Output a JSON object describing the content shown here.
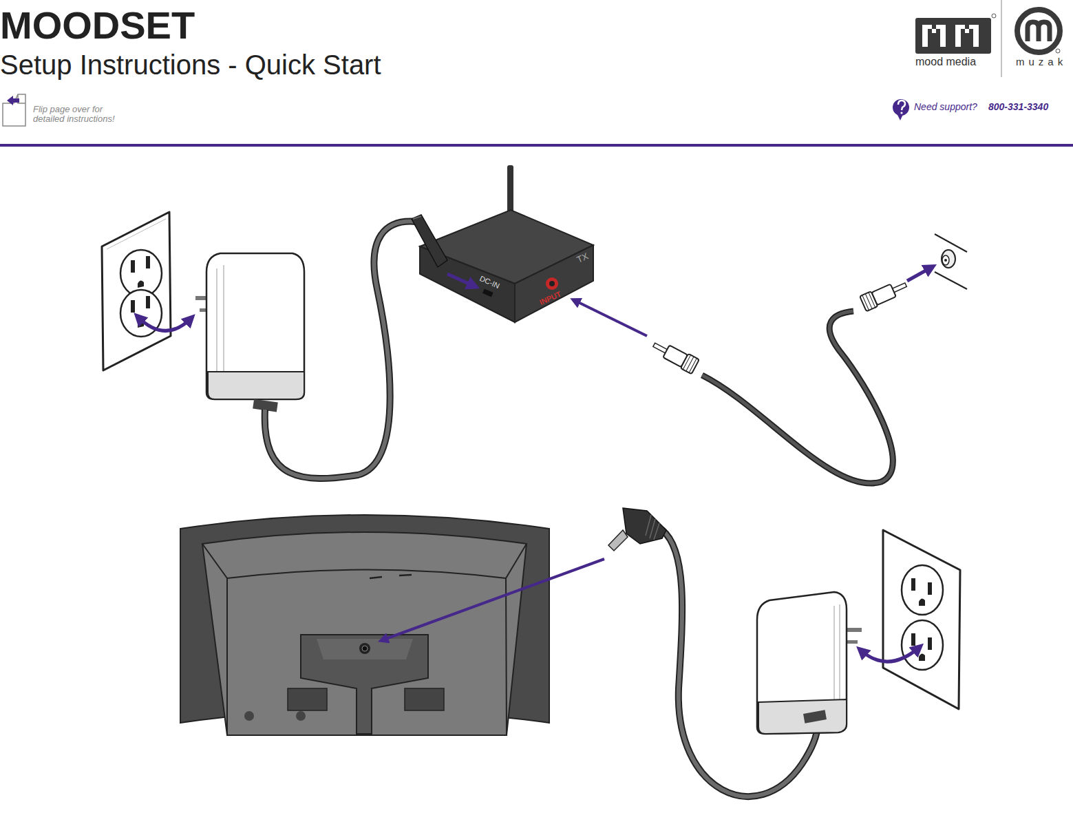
{
  "diagram": {
    "title": "MOODSET",
    "labels": [
      "Setup Instructions - Quick Start",
      "Flip page over for detailed instructions!",
      "Need support?",
      "800-331-3340",
      "mood media",
      "muzak",
      "DC-IN",
      "TX",
      "INPUT"
    ]
  }
}
